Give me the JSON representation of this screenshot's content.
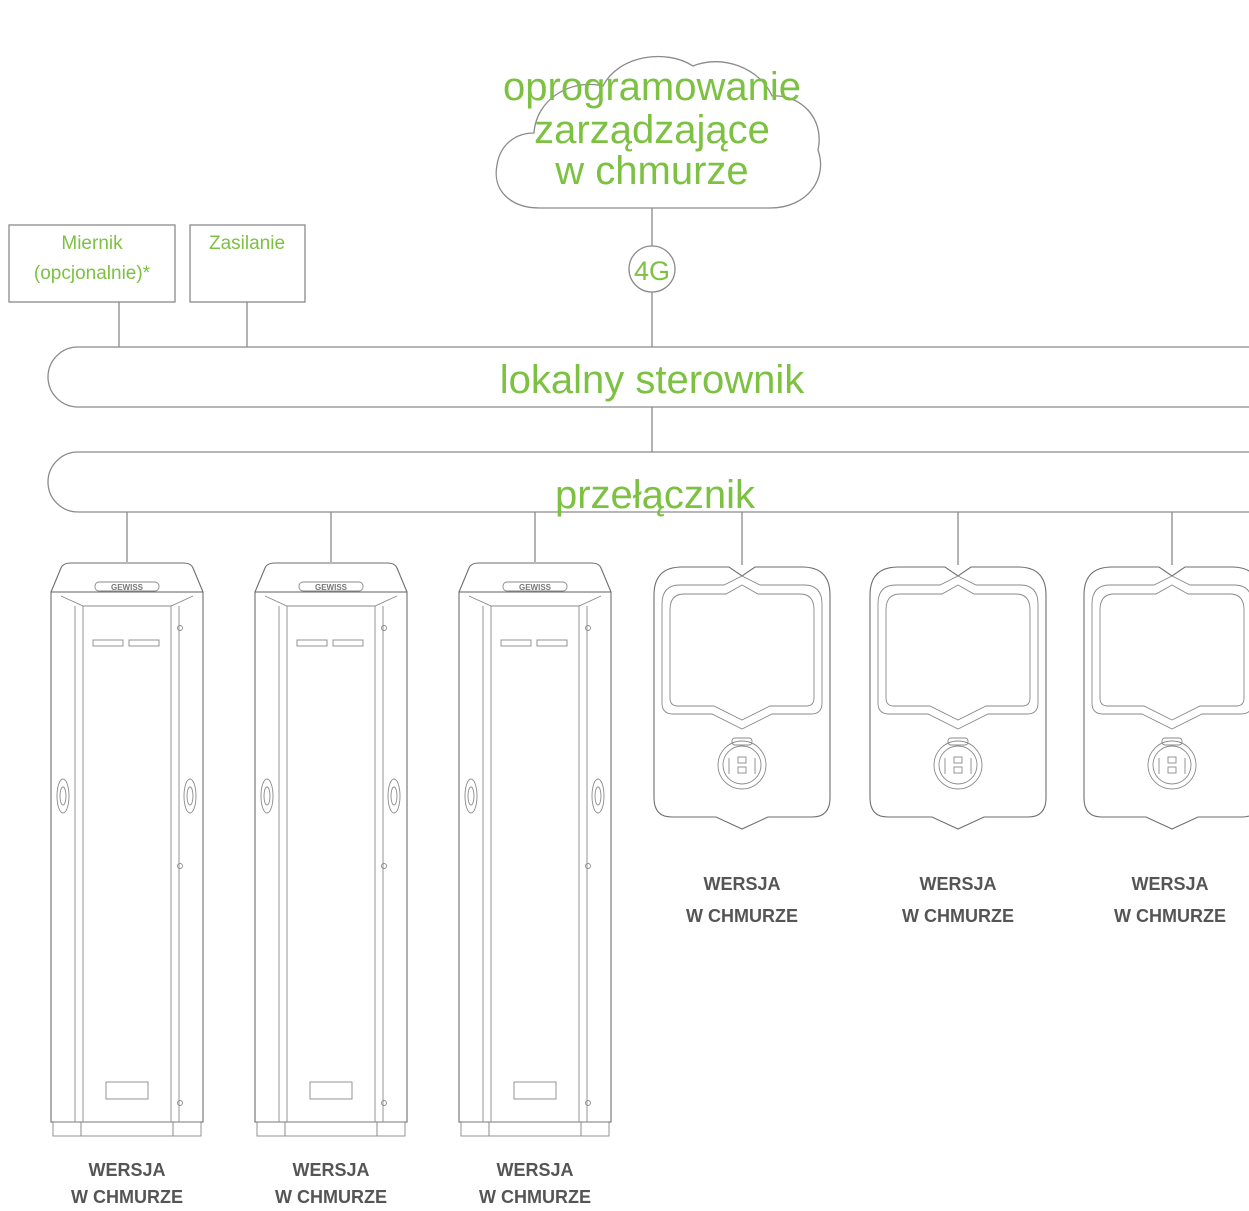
{
  "cloud": {
    "line1": "oprogramowanie",
    "line2": "zarządzające",
    "line3": "w chmurze"
  },
  "connection": {
    "label": "4G"
  },
  "meter": {
    "line1": "Miernik",
    "line2": "(opcjonalnie)*"
  },
  "power": {
    "label": "Zasilanie"
  },
  "controller": {
    "label": "lokalny sterownik"
  },
  "switch": {
    "label": "przełącznik"
  },
  "brand": "GEWISS",
  "columns": [
    {
      "line1": "WERSJA",
      "line2": "W CHMURZE"
    },
    {
      "line1": "WERSJA",
      "line2": "W CHMURZE"
    },
    {
      "line1": "WERSJA",
      "line2": "W CHMURZE"
    }
  ],
  "wallboxes": [
    {
      "line1": "WERSJA",
      "line2": "W CHMURZE"
    },
    {
      "line1": "WERSJA",
      "line2": "W CHMURZE"
    },
    {
      "line1": "WERSJA",
      "line2": "W CHMURZE"
    }
  ],
  "colors": {
    "accent": "#7dc142",
    "line": "#8a8a8a",
    "label": "#555555"
  }
}
